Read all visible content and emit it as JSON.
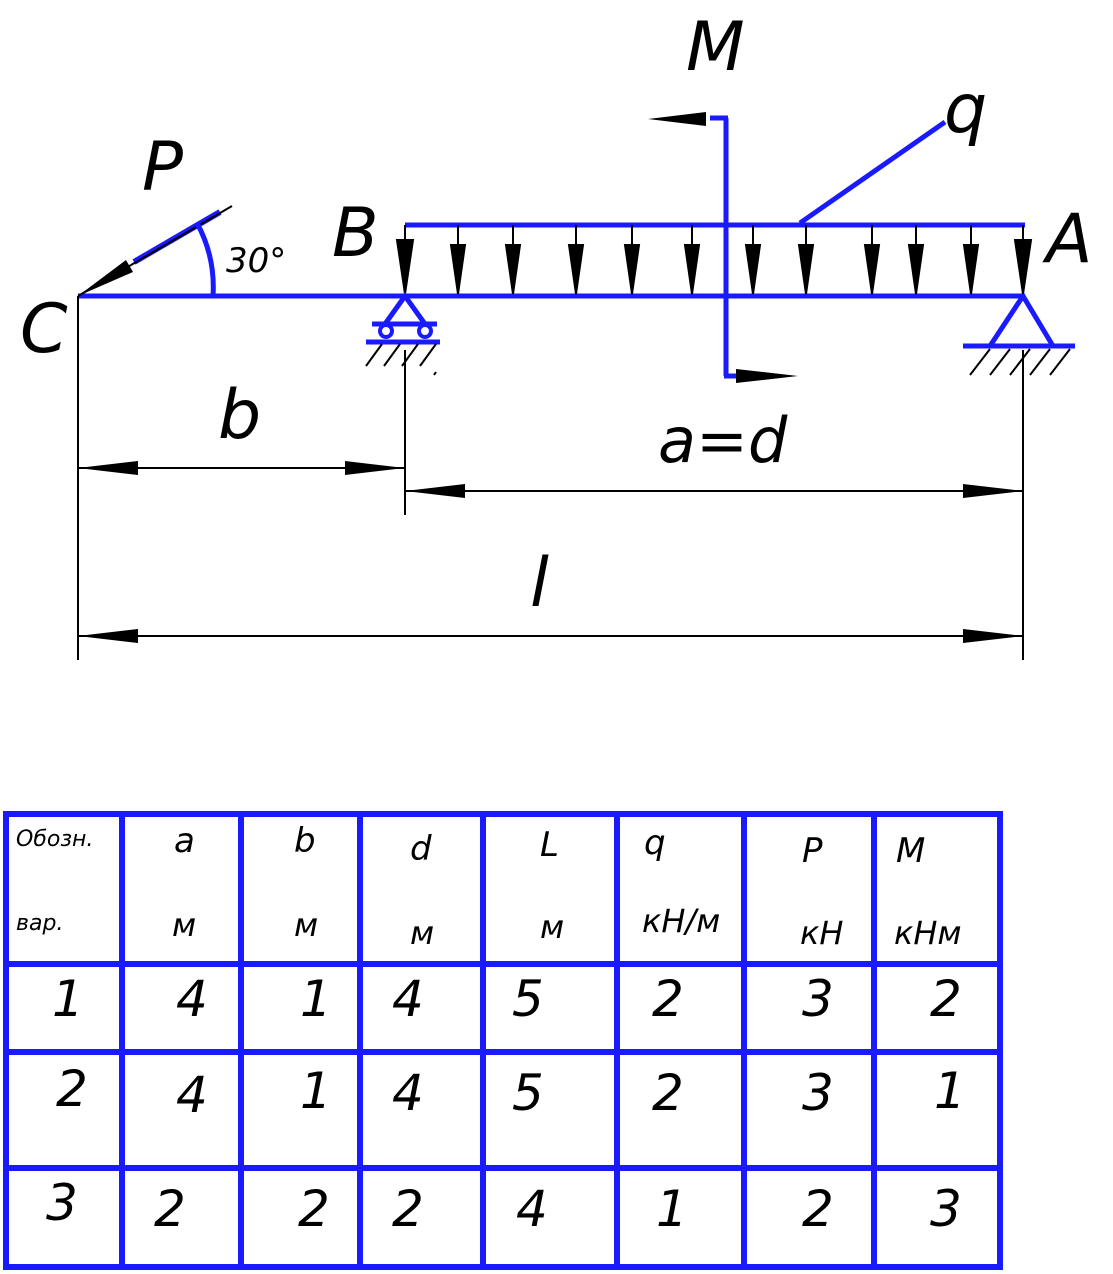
{
  "colors": {
    "structure": "#1a1aff",
    "dimension": "#000000",
    "text": "#000000"
  },
  "diagram": {
    "points": {
      "C": "C",
      "B": "B",
      "A": "A"
    },
    "loads": {
      "force": "P",
      "moment": "M",
      "distributed": "q"
    },
    "angle_label": "30°",
    "dimensions": {
      "b": "b",
      "a_d": "a=d",
      "l": "l"
    }
  },
  "table": {
    "header_left_top": "Обозн.",
    "header_left_bottom": "вар.",
    "columns": [
      {
        "symbol": "a",
        "unit": "м"
      },
      {
        "symbol": "b",
        "unit": "м"
      },
      {
        "symbol": "d",
        "unit": "м"
      },
      {
        "symbol": "L",
        "unit": "м"
      },
      {
        "symbol": "q",
        "unit": "кН/м"
      },
      {
        "symbol": "P",
        "unit": "кН"
      },
      {
        "symbol": "M",
        "unit": "кНм"
      }
    ],
    "rows": [
      {
        "variant": "1",
        "values": [
          "4",
          "1",
          "4",
          "5",
          "2",
          "3",
          "2"
        ]
      },
      {
        "variant": "2",
        "values": [
          "4",
          "1",
          "4",
          "5",
          "2",
          "3",
          "1"
        ]
      },
      {
        "variant": "3",
        "values": [
          "2",
          "2",
          "2",
          "4",
          "1",
          "2",
          "3"
        ]
      }
    ]
  }
}
